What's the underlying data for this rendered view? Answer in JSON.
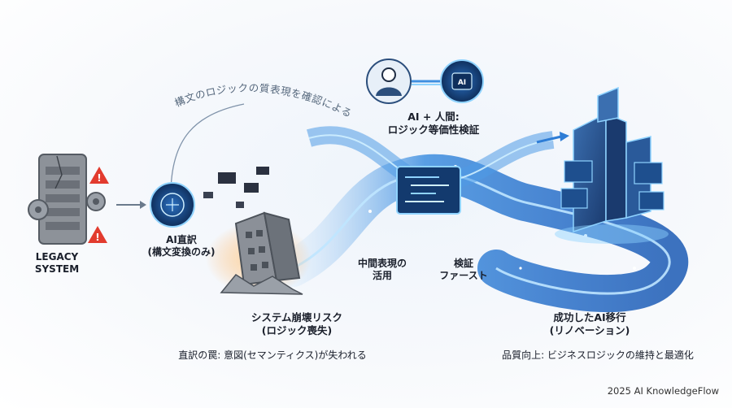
{
  "labels": {
    "legacy_line1": "LEGACY",
    "legacy_line2": "SYSTEM",
    "ai_direct_line1": "AI直訳",
    "ai_direct_line2": "(構文変換のみ)",
    "curve_text": "構文のロジックの質表現を確認による",
    "verify_line1": "AI + 人間:",
    "verify_line2": "ロジック等価性検証",
    "ai_chip": "AI",
    "intermediate_line1": "中間表現の",
    "intermediate_line2": "活用",
    "verify_first_line1": "検証",
    "verify_first_line2": "ファースト",
    "collapse_line1": "システム崩壊リスク",
    "collapse_line2": "(ロジック喪失)",
    "trap": "直訳の罠: 意図(セマンティクス)が失われる",
    "success_line1": "成功したAI移行",
    "success_line2": "(リノベーション)",
    "quality": "品質向上: ビジネスロジックの維持と最適化",
    "footer": "2025 AI KnowledgeFlow"
  },
  "icons": [
    "server-icon",
    "gear-icon",
    "warning-icon",
    "brain-chip-icon",
    "arrow-right-icon",
    "human-icon",
    "code-panel-icon",
    "collapsing-building-icon",
    "futuristic-tower-icon"
  ],
  "colors": {
    "flow_blue": "#2e7dd6",
    "flow_light": "#8fd3ff",
    "chip_dark": "#123a6b",
    "warning_red": "#e23b2e",
    "fire_orange": "#f5a04a",
    "legacy_gray": "#8d9299"
  }
}
